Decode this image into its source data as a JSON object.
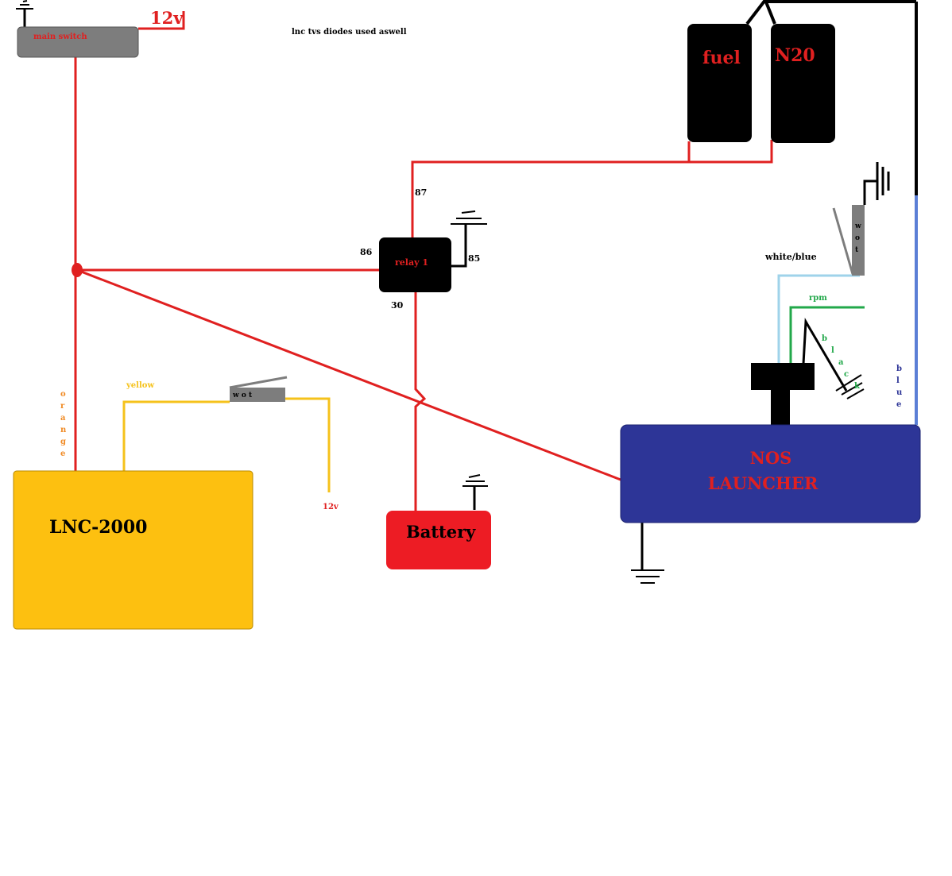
{
  "colors": {
    "red": "#e02020",
    "yellow": "#f5c21b",
    "orange": "#f08a24",
    "green": "#22a84a",
    "lightblue": "#9fd3ea",
    "blue": "#5b7fd6",
    "navy": "#2d3597",
    "black": "#000000",
    "gray": "#7d7d7d",
    "lnc_box": "#fdc010",
    "battery_box": "#ed1c24"
  },
  "labels": {
    "main_switch": "main switch",
    "top_12v": "12v",
    "note": "lnc tvs diodes used aswell",
    "fuel": "fuel",
    "n2o": "N20",
    "pin_87": "87",
    "pin_86": "86",
    "pin_85": "85",
    "pin_30": "30",
    "relay": "relay 1",
    "white_blue": "white/blue",
    "rpm": "rpm",
    "black_letters": [
      "b",
      "l",
      "a",
      "c",
      "k"
    ],
    "blue_letters": [
      "b",
      "l",
      "u",
      "e"
    ],
    "orange_letters": [
      "o",
      "r",
      "a",
      "n",
      "g",
      "e"
    ],
    "yellow": "yellow",
    "wot_switch_left": "w o t",
    "wot_switch_right": [
      "w",
      "o",
      "t"
    ],
    "wot_12v": "12v",
    "lnc": "LNC-2000",
    "battery": "Battery",
    "nos_line1": "NOS",
    "nos_line2": "LAUNCHER"
  }
}
